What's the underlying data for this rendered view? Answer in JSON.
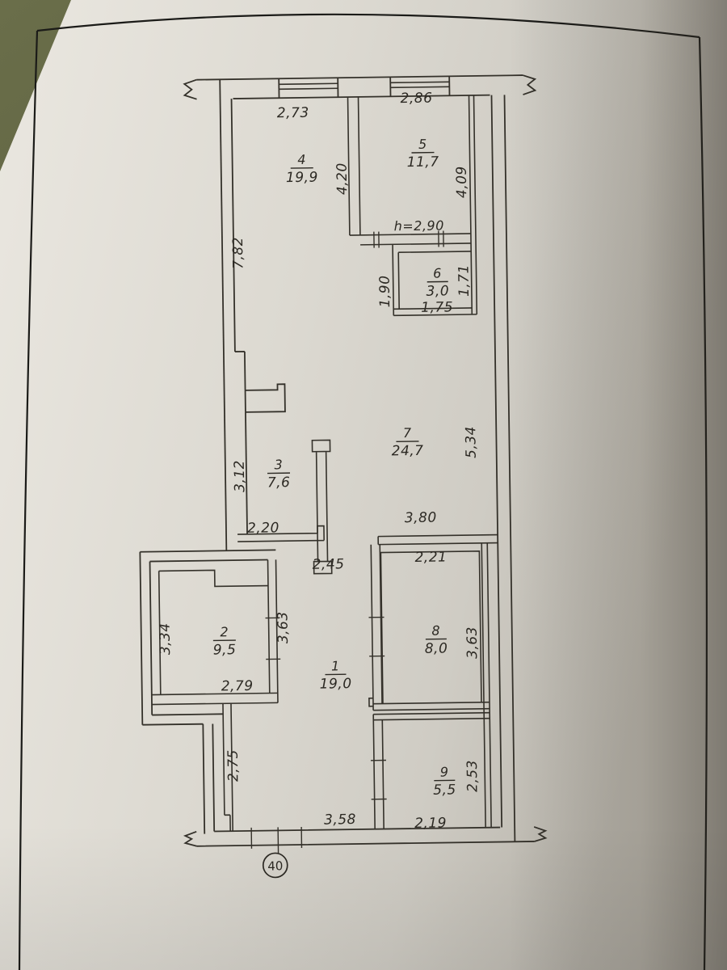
{
  "plan": {
    "marker_circle": "40",
    "height_note": "h=2,90",
    "rooms": [
      {
        "number": "1",
        "area": "19,0"
      },
      {
        "number": "2",
        "area": "9,5"
      },
      {
        "number": "3",
        "area": "7,6"
      },
      {
        "number": "4",
        "area": "19,9"
      },
      {
        "number": "5",
        "area": "11,7"
      },
      {
        "number": "6",
        "area": "3,0"
      },
      {
        "number": "7",
        "area": "24,7"
      },
      {
        "number": "8",
        "area": "8,0"
      },
      {
        "number": "9",
        "area": "5,5"
      }
    ],
    "dimensions": {
      "room4_width": "2,73",
      "room5_width": "2,86",
      "rooms45_depth": "4,20",
      "room5_depth": "4,09",
      "left_wall_upper": "7,82",
      "room6_left": "1,90",
      "room6_right": "1,71",
      "room6_width": "1,75",
      "room3_height": "3,12",
      "room3_width": "2,20",
      "room7_height": "5,34",
      "room7_width": "3,80",
      "corridor_width": "2,45",
      "room8_width": "2,21",
      "room8_height": "3,63",
      "room2_height": "3,34",
      "room2_width": "2,79",
      "wall_2_1": "3,63",
      "lower_left_height": "2,75",
      "room9_width": "2,19",
      "room9_height": "2,53",
      "entrance_width": "3,58"
    }
  }
}
